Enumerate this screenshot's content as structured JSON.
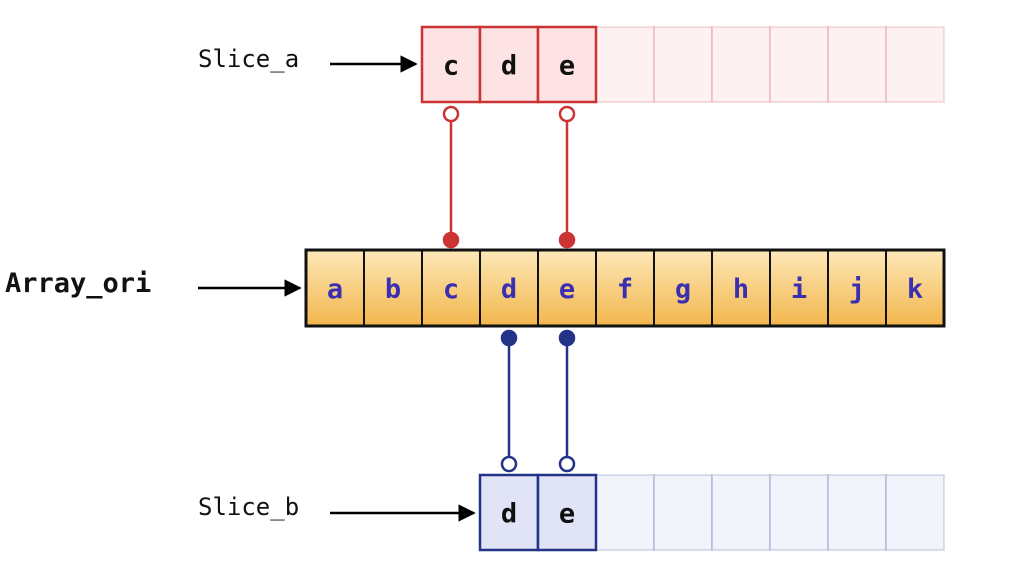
{
  "labels": {
    "slice_a": "Slice_a",
    "array_ori": "Array_ori",
    "slice_b": "Slice_b"
  },
  "array_ori": {
    "cells": [
      "a",
      "b",
      "c",
      "d",
      "e",
      "f",
      "g",
      "h",
      "i",
      "j",
      "k"
    ],
    "length": 11
  },
  "slice_a": {
    "cells": [
      "c",
      "d",
      "e"
    ],
    "start_index": 2,
    "capacity": 9,
    "color": "#cc3333",
    "connectors_from_cells": [
      0,
      2
    ]
  },
  "slice_b": {
    "cells": [
      "d",
      "e"
    ],
    "start_index": 3,
    "capacity": 8,
    "color": "#223388",
    "connectors_from_cells": [
      0,
      1
    ]
  },
  "colors": {
    "array_fill_top": "#fde8b8",
    "array_fill_bottom": "#f2b64c",
    "array_text": "#3a2fb0",
    "slice_a_fill": "#fde3e3",
    "slice_b_fill": "#e0e4f6",
    "faded_slot_a": "#fbe6e6",
    "faded_slot_b": "#e8ebf8",
    "arrow": "#000000"
  }
}
